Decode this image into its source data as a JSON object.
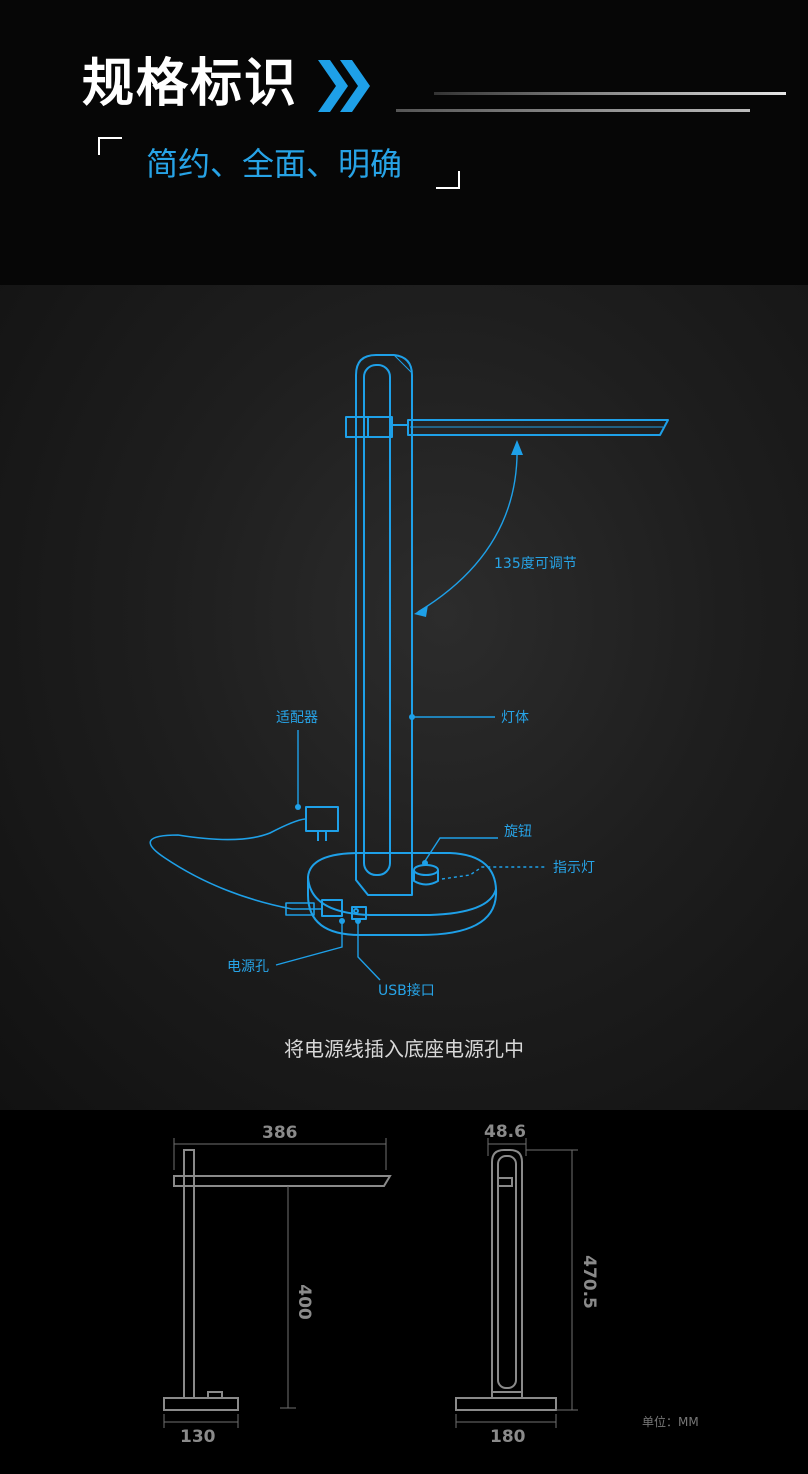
{
  "header": {
    "title": "规格标识",
    "subtitle": "简约、全面、明确"
  },
  "callouts": {
    "angle": "135度可调节",
    "body": "灯体",
    "adapter": "适配器",
    "knob": "旋钮",
    "indicator": "指示灯",
    "power_hole": "电源孔",
    "usb": "USB接口"
  },
  "caption": "将电源线插入底座电源孔中",
  "dimensions": {
    "arm_length": "386",
    "height_side": "400",
    "base_depth": "130",
    "thickness": "48.6",
    "height_front": "470.5",
    "base_width": "180",
    "unit": "单位：MM"
  },
  "colors": {
    "accent": "#27a3e6",
    "background": "#050505",
    "dimension_gray": "#8a8a8a"
  }
}
